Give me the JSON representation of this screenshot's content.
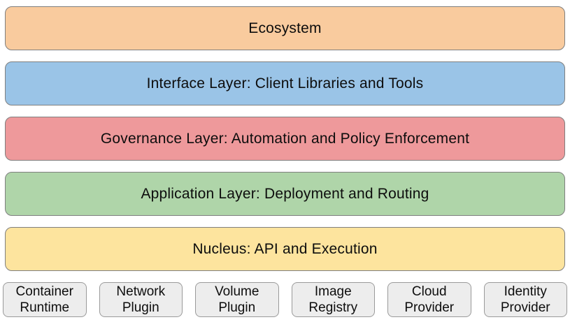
{
  "diagram": {
    "title": "Layered architecture diagram",
    "layers": [
      {
        "id": "ecosystem",
        "label": "Ecosystem",
        "fill": "#f9cb9e",
        "border": "#7f7f7f"
      },
      {
        "id": "interface",
        "label": "Interface Layer: Client Libraries and Tools",
        "fill": "#9ac4e7",
        "border": "#7f7f7f"
      },
      {
        "id": "governance",
        "label": "Governance Layer: Automation and Policy Enforcement",
        "fill": "#ee999b",
        "border": "#7f7f7f"
      },
      {
        "id": "application",
        "label": "Application Layer: Deployment and Routing",
        "fill": "#afd5a9",
        "border": "#7f7f7f"
      },
      {
        "id": "nucleus",
        "label": "Nucleus: API and Execution",
        "fill": "#fde49e",
        "border": "#7f7f7f"
      }
    ],
    "providers": [
      {
        "id": "container-runtime",
        "label": "Container Runtime"
      },
      {
        "id": "network-plugin",
        "label": "Network Plugin"
      },
      {
        "id": "volume-plugin",
        "label": "Volume Plugin"
      },
      {
        "id": "image-registry",
        "label": "Image Registry"
      },
      {
        "id": "cloud-provider",
        "label": "Cloud Provider"
      },
      {
        "id": "identity-provider",
        "label": "Identity Provider"
      }
    ],
    "provider_box_fill": "#ededed",
    "provider_box_border": "#9a9a9a",
    "text_color": "#0d0d0d",
    "background": "#ffffff"
  }
}
